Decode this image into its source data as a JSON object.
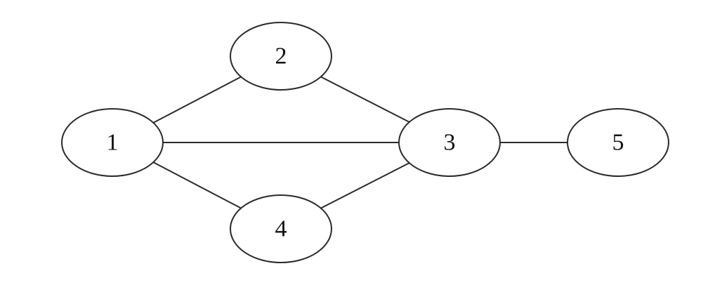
{
  "graph": {
    "directed": false,
    "nodes": [
      {
        "id": "1",
        "label": "1"
      },
      {
        "id": "2",
        "label": "2"
      },
      {
        "id": "3",
        "label": "3"
      },
      {
        "id": "4",
        "label": "4"
      },
      {
        "id": "5",
        "label": "5"
      }
    ],
    "edges": [
      {
        "from": "1",
        "to": "2"
      },
      {
        "from": "1",
        "to": "3"
      },
      {
        "from": "1",
        "to": "4"
      },
      {
        "from": "2",
        "to": "3"
      },
      {
        "from": "4",
        "to": "3"
      },
      {
        "from": "3",
        "to": "5"
      }
    ]
  }
}
